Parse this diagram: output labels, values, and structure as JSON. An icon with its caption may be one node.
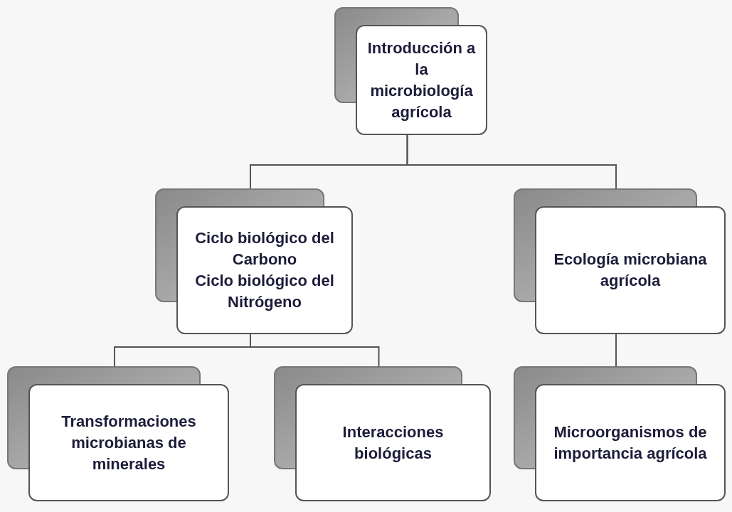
{
  "diagram": {
    "nodes": [
      {
        "text": [
          "Introducción a la microbiología agrícola"
        ]
      },
      {
        "text": [
          "Ciclo biológico del Carbono",
          "Ciclo biológico del Nitrógeno"
        ]
      },
      {
        "text": [
          "Ecología microbiana agrícola"
        ]
      },
      {
        "text": [
          "Transformaciones microbianas de minerales"
        ]
      },
      {
        "text": [
          "Interacciones biológicas"
        ]
      },
      {
        "text": [
          "Microorganismos de importancia agrícola"
        ]
      }
    ],
    "edges": [
      {
        "from": 0,
        "to": 1,
        "arrow": "none"
      },
      {
        "from": 0,
        "to": 2,
        "arrow": "none"
      },
      {
        "from": 1,
        "to": 3,
        "arrow": "none"
      },
      {
        "from": 1,
        "to": 4,
        "arrow": "none"
      },
      {
        "from": 2,
        "to": 5,
        "arrow": "none"
      }
    ]
  }
}
